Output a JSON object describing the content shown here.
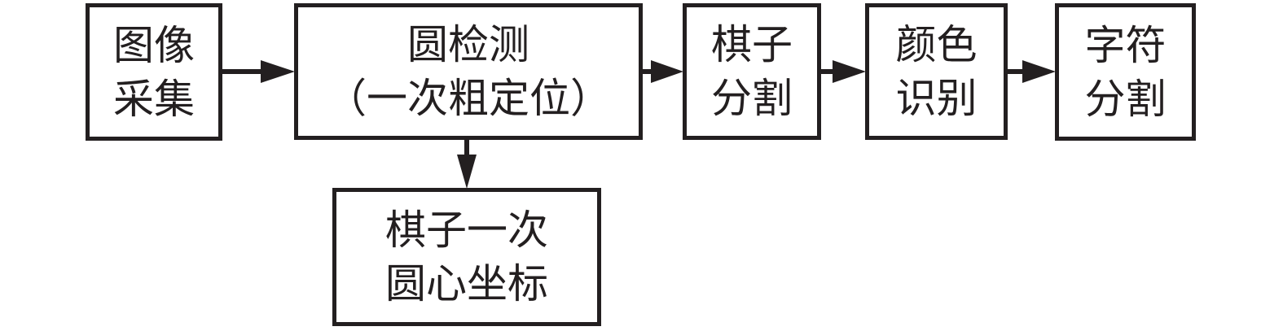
{
  "diagram": {
    "title": "chess-piece recognition pipeline flowchart",
    "colors": {
      "line": "#231f20",
      "background": "#ffffff"
    },
    "boxes": {
      "image_acquisition": {
        "line1": "图像",
        "line2": "采集"
      },
      "circle_detection": {
        "line1": "圆检测",
        "line2": "（一次粗定位）"
      },
      "piece_segmentation": {
        "line1": "棋子",
        "line2": "分割"
      },
      "color_recognition": {
        "line1": "颜色",
        "line2": "识别"
      },
      "character_segmentation": {
        "line1": "字符",
        "line2": "分割"
      },
      "piece_center_coords": {
        "line1": "棋子一次",
        "line2": "圆心坐标"
      }
    },
    "edges": [
      {
        "from": "image_acquisition",
        "to": "circle_detection",
        "direction": "right"
      },
      {
        "from": "circle_detection",
        "to": "piece_segmentation",
        "direction": "right"
      },
      {
        "from": "piece_segmentation",
        "to": "color_recognition",
        "direction": "right"
      },
      {
        "from": "color_recognition",
        "to": "character_segmentation",
        "direction": "right"
      },
      {
        "from": "circle_detection",
        "to": "piece_center_coords",
        "direction": "down"
      }
    ]
  }
}
